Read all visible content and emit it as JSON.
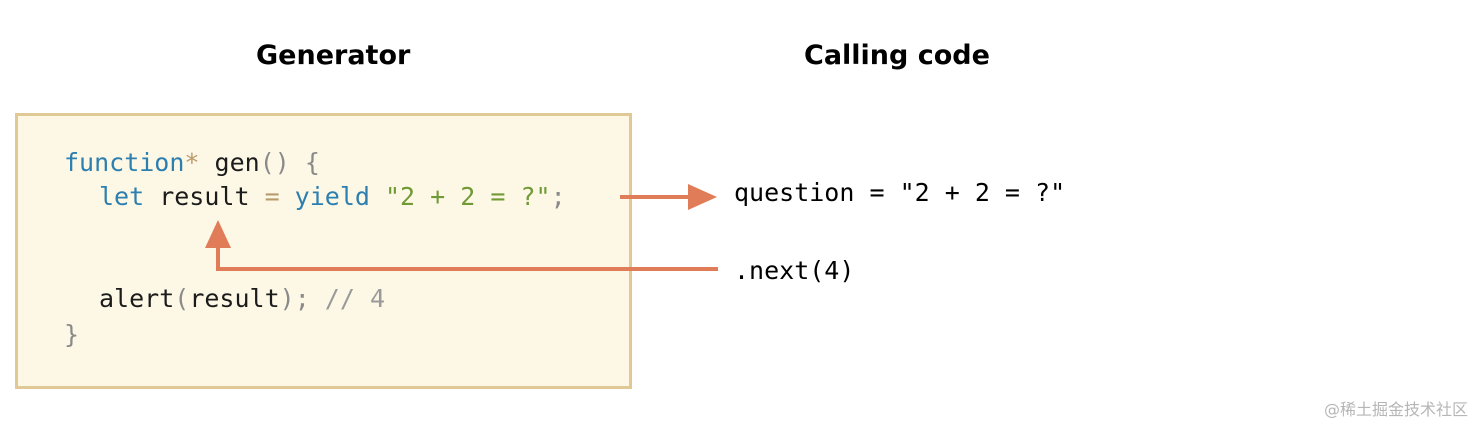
{
  "headings": {
    "generator": "Generator",
    "calling_code": "Calling code"
  },
  "generator_code": {
    "line1": {
      "keyword": "function",
      "star": "*",
      "name": " gen",
      "parens": "()",
      "brace": " {"
    },
    "line2": {
      "let": "let",
      "var": " result",
      "eq": " =",
      "yield": " yield",
      "string": " \"2 + 2 = ?\"",
      "semi": ";"
    },
    "line3": {
      "call": "alert",
      "open": "(",
      "arg": "result",
      "close": ");",
      "comment": " // 4"
    },
    "line4": {
      "brace": "}"
    }
  },
  "calling_code": {
    "question_line": "question = \"2 + 2 = ?\"",
    "next_line": ".next(4)"
  },
  "colors": {
    "arrow": "#e07c57",
    "box_fill": "#fdf8e6",
    "box_border": "#e1c995",
    "keyword": "#2d7fb0",
    "string": "#719a34"
  },
  "watermark": "@稀土掘金技术社区"
}
